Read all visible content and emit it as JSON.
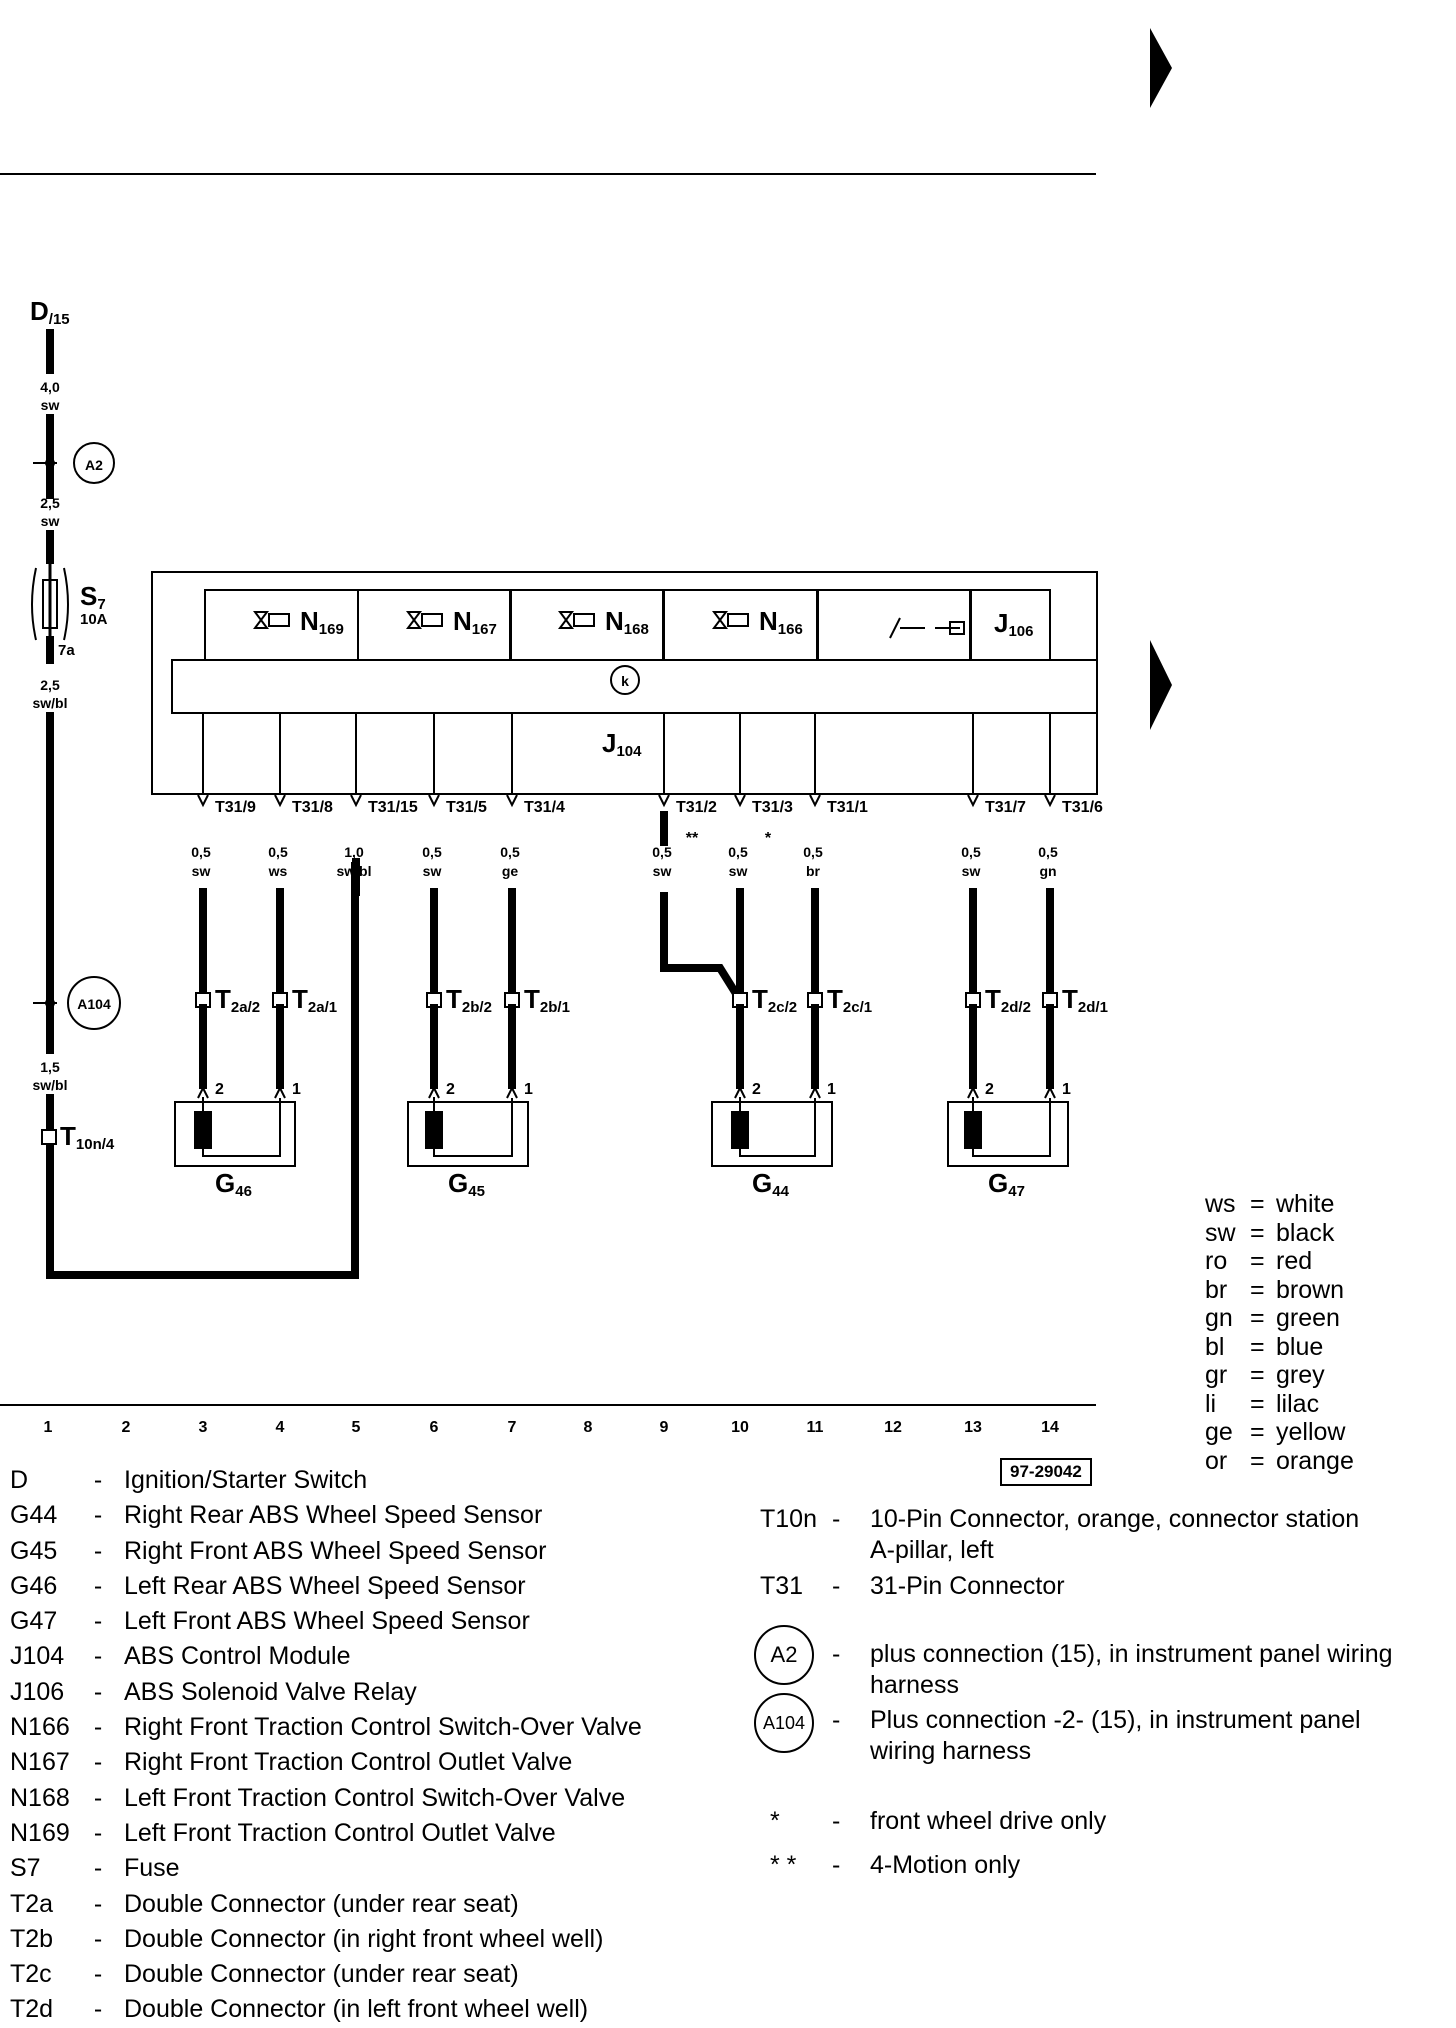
{
  "top": {
    "has_continue_arrows": true
  },
  "diagram": {
    "power": {
      "name": "D",
      "sub": "/15"
    },
    "wires_left": [
      {
        "gauge": "4,0",
        "color": "sw"
      },
      {
        "gauge": "2,5",
        "color": "sw"
      },
      {
        "gauge": "2,5",
        "color": "sw/bl"
      },
      {
        "gauge": "1,5",
        "color": "sw/bl"
      }
    ],
    "fuse": {
      "name": "S",
      "sub": "7",
      "rating": "10A",
      "pin": "7a"
    },
    "a2": "A2",
    "a104": "A104",
    "t10": {
      "name": "T",
      "sub": "10n/4"
    },
    "module": {
      "name": "J",
      "sub": "104",
      "symbol": "k"
    },
    "valves": [
      {
        "name": "N",
        "sub": "169"
      },
      {
        "name": "N",
        "sub": "167"
      },
      {
        "name": "N",
        "sub": "168"
      },
      {
        "name": "N",
        "sub": "166"
      }
    ],
    "relay": {
      "name": "J",
      "sub": "106"
    },
    "pins": [
      {
        "label": "T31/9",
        "gauge": "0,5",
        "color": "sw"
      },
      {
        "label": "T31/8",
        "gauge": "0,5",
        "color": "ws"
      },
      {
        "label": "T31/15",
        "gauge": "1,0",
        "color": "sw/bl"
      },
      {
        "label": "T31/5",
        "gauge": "0,5",
        "color": "sw"
      },
      {
        "label": "T31/4",
        "gauge": "0,5",
        "color": "ge"
      },
      {
        "label": "T31/2",
        "gauge": "0,5",
        "color": "sw",
        "mark": "**"
      },
      {
        "label": "T31/3",
        "gauge": "0,5",
        "color": "sw",
        "mark": "*"
      },
      {
        "label": "T31/1",
        "gauge": "0,5",
        "color": "br"
      },
      {
        "label": "T31/7",
        "gauge": "0,5",
        "color": "sw"
      },
      {
        "label": "T31/6",
        "gauge": "0,5",
        "color": "gn"
      }
    ],
    "connectors": [
      {
        "name": "T",
        "sub": "2a/2"
      },
      {
        "name": "T",
        "sub": "2a/1"
      },
      {
        "name": "T",
        "sub": "2b/2"
      },
      {
        "name": "T",
        "sub": "2b/1"
      },
      {
        "name": "T",
        "sub": "2c/2"
      },
      {
        "name": "T",
        "sub": "2c/1"
      },
      {
        "name": "T",
        "sub": "2d/2"
      },
      {
        "name": "T",
        "sub": "2d/1"
      }
    ],
    "sensor_pins": [
      "2",
      "1"
    ],
    "sensors": [
      {
        "name": "G",
        "sub": "46"
      },
      {
        "name": "G",
        "sub": "45"
      },
      {
        "name": "G",
        "sub": "44"
      },
      {
        "name": "G",
        "sub": "47"
      }
    ],
    "columns": [
      "1",
      "2",
      "3",
      "4",
      "5",
      "6",
      "7",
      "8",
      "9",
      "10",
      "11",
      "12",
      "13",
      "14"
    ]
  },
  "color_key": [
    {
      "abbr": "ws",
      "name": "white"
    },
    {
      "abbr": "sw",
      "name": "black"
    },
    {
      "abbr": "ro",
      "name": "red"
    },
    {
      "abbr": "br",
      "name": "brown"
    },
    {
      "abbr": "gn",
      "name": "green"
    },
    {
      "abbr": "bl",
      "name": "blue"
    },
    {
      "abbr": "gr",
      "name": "grey"
    },
    {
      "abbr": "li",
      "name": "lilac"
    },
    {
      "abbr": "ge",
      "name": "yellow"
    },
    {
      "abbr": "or",
      "name": "orange"
    }
  ],
  "reference": "97-29042",
  "legend_left": [
    {
      "code": "D",
      "desc": "Ignition/Starter Switch"
    },
    {
      "code": "G44",
      "desc": "Right Rear ABS Wheel Speed Sensor"
    },
    {
      "code": "G45",
      "desc": "Right Front ABS Wheel Speed Sensor"
    },
    {
      "code": "G46",
      "desc": "Left Rear ABS Wheel Speed Sensor"
    },
    {
      "code": "G47",
      "desc": "Left Front ABS Wheel Speed Sensor"
    },
    {
      "code": "J104",
      "desc": "ABS Control Module"
    },
    {
      "code": "J106",
      "desc": "ABS Solenoid Valve Relay"
    },
    {
      "code": "N166",
      "desc": "Right Front Traction Control Switch-Over Valve"
    },
    {
      "code": "N167",
      "desc": "Right Front Traction Control Outlet Valve"
    },
    {
      "code": "N168",
      "desc": "Left Front Traction Control Switch-Over Valve"
    },
    {
      "code": "N169",
      "desc": "Left Front Traction Control Outlet Valve"
    },
    {
      "code": "S7",
      "desc": "Fuse"
    },
    {
      "code": "T2a",
      "desc": "Double Connector (under rear seat)"
    },
    {
      "code": "T2b",
      "desc": "Double Connector (in right front wheel well)"
    },
    {
      "code": "T2c",
      "desc": "Double Connector (under rear seat)"
    },
    {
      "code": "T2d",
      "desc": "Double Connector (in left front wheel well)"
    }
  ],
  "legend_right": {
    "t10n": {
      "code": "T10n",
      "desc1": "10-Pin Connector, orange, connector station",
      "desc2": "A-pillar, left"
    },
    "t31": {
      "code": "T31",
      "desc": "31-Pin Connector"
    },
    "a2": {
      "code": "A2",
      "desc1": "plus connection (15), in instrument panel wiring",
      "desc2": "harness"
    },
    "a104": {
      "code": "A104",
      "desc1": "Plus connection -2- (15), in instrument panel",
      "desc2": "wiring harness"
    },
    "star1": {
      "code": "*",
      "desc": "front wheel drive only"
    },
    "star2": {
      "code": "* *",
      "desc": "4-Motion only"
    }
  },
  "dash": "-"
}
